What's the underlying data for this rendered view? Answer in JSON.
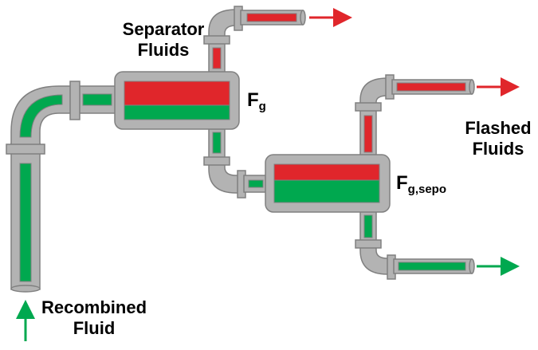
{
  "labels": {
    "separator_fluids": [
      "Separator",
      "Fluids"
    ],
    "recombined_fluid": [
      "Recombined",
      "Fluid"
    ],
    "flashed_fluids": [
      "Flashed",
      "Fluids"
    ],
    "f_g": {
      "symbol": "F",
      "subscript": "g"
    },
    "f_g_sepo": {
      "symbol": "F",
      "subscript": "g,sepo"
    }
  },
  "colors": {
    "pipe": "#b3b3b3",
    "pipe_stroke": "#808080",
    "gas": "#e0262b",
    "liquid": "#00a84f",
    "arrow_gas": "#e0262b",
    "arrow_liquid": "#00a84f"
  }
}
